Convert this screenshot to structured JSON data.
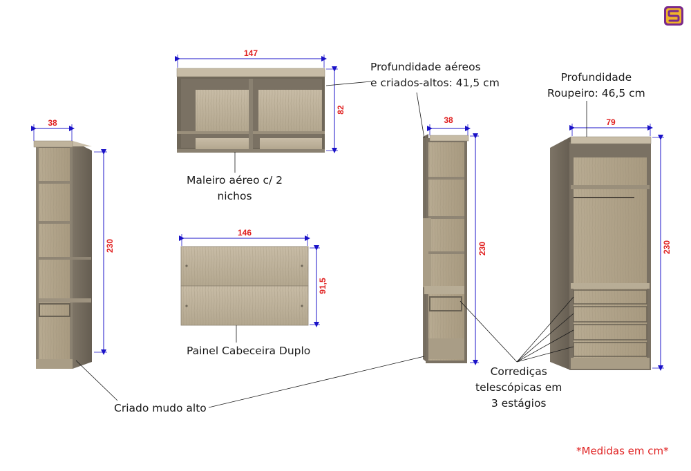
{
  "diagram": {
    "pieces": {
      "nightstand_left": {
        "width": "38",
        "height": "230"
      },
      "overhead_cabinet": {
        "width": "147",
        "height": "82",
        "label": "Maleiro aéreo c/ 2\nnichos"
      },
      "headboard": {
        "width": "146",
        "height": "91,5",
        "label": "Painel Cabeceira Duplo"
      },
      "nightstand_right": {
        "width": "38",
        "height": "230"
      },
      "wardrobe": {
        "width": "79",
        "height": "230"
      }
    },
    "notes": {
      "depth_overhead": "Profundidade aéreos\ne criados-altos: 41,5 cm",
      "depth_wardrobe": "Profundidade\nRoupeiro: 46,5 cm",
      "slides": "Corrediças\ntelescópicas em\n3 estágios",
      "nightstand_label": "Criado mudo alto",
      "units": "*Medidas em cm*"
    },
    "logo_icon": "brand-logo-icon",
    "colors": {
      "dimension": "#1a12c8",
      "dimension_text": "#e02020",
      "wood_light": "#b9ad96",
      "wood_dark": "#6f6759",
      "brand": "#7a2a8c"
    }
  }
}
